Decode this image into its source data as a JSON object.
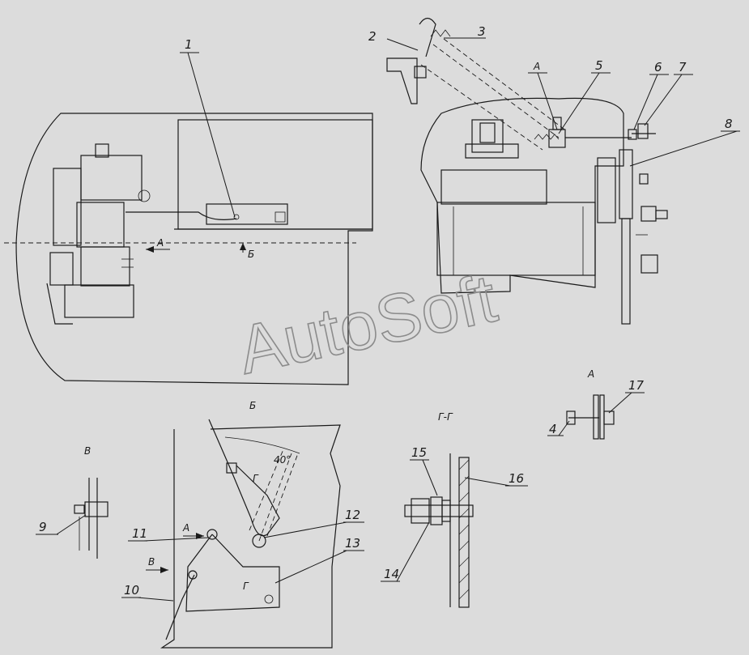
{
  "watermark": "AutoSoft",
  "callouts": [
    "1",
    "2",
    "3",
    "4",
    "5",
    "6",
    "7",
    "8",
    "9",
    "10",
    "11",
    "12",
    "13",
    "14",
    "15",
    "16",
    "17"
  ],
  "view_labels": {
    "a_top": "А",
    "a_detail": "А",
    "b_view": "Б",
    "v_view": "В",
    "gg_section": "Г-Г",
    "arrow_a": "А",
    "arrow_b": "Б",
    "arrow_v": "В",
    "arrow_a_lever": "А",
    "gamma_mark": "Г",
    "gamma_section_mark": "Г"
  },
  "angle_label": "40°"
}
